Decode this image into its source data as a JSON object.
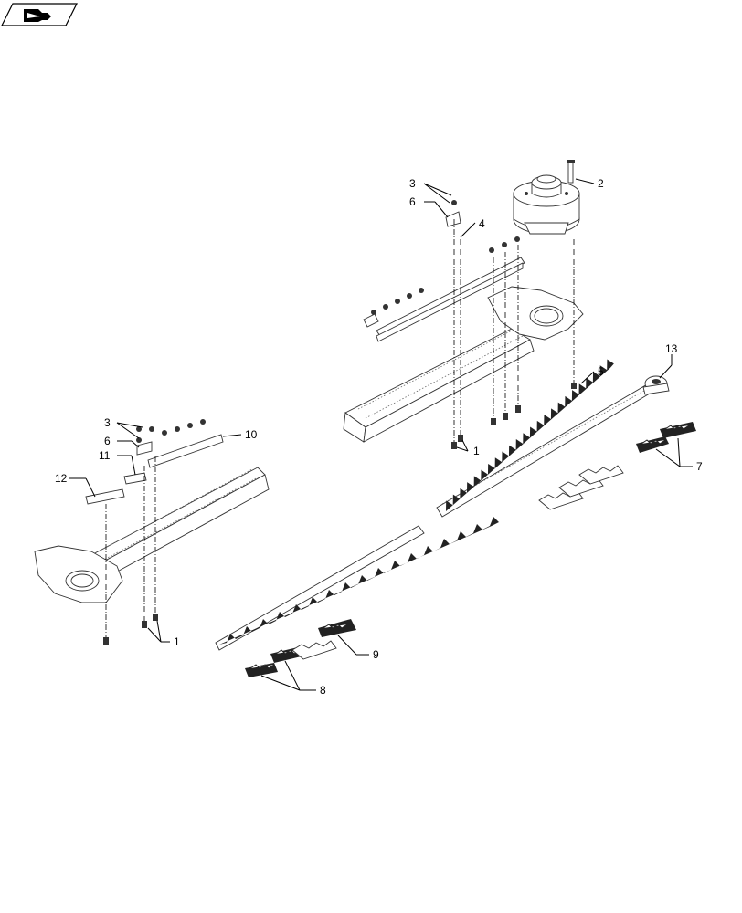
{
  "nav_icon": {
    "name": "back-arrow-icon",
    "color": "#000000"
  },
  "callouts": {
    "c1_left": "1",
    "c1_right": "1",
    "c2": "2",
    "c3_left": "3",
    "c3_right": "3",
    "c4": "4",
    "c5": "5",
    "c6_left": "6",
    "c6_right": "6",
    "c7": "7",
    "c8": "8",
    "c9": "9",
    "c10": "10",
    "c11": "11",
    "c12": "12",
    "c13": "13"
  }
}
